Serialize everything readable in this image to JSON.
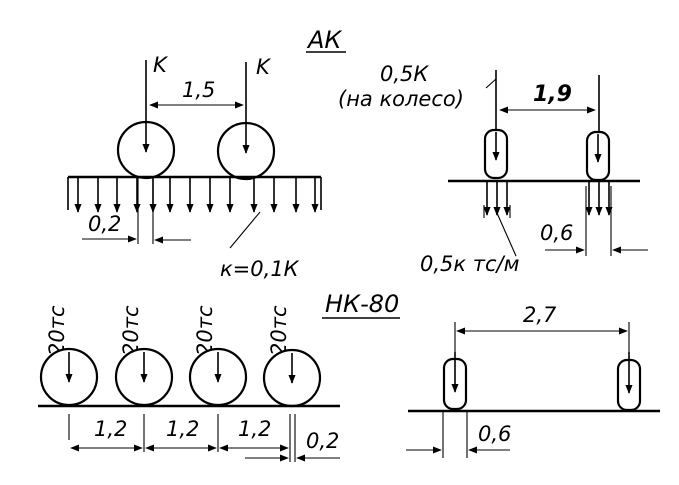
{
  "ak": {
    "title": "АК",
    "load_left": "K",
    "load_right": "K",
    "spacing": "1,5",
    "edge_offset": "0,2",
    "distributed": "к=0,1К",
    "wheel_load_line1": "0,5К",
    "wheel_load_line2": "(на колесо)",
    "track_spacing": "1,9",
    "track_edge": "0,6",
    "track_distributed": "0,5к тс/м"
  },
  "nk80": {
    "title": "НК-80",
    "loads": [
      "20тс",
      "20тс",
      "20тс",
      "20тс"
    ],
    "spacings": [
      "1,2",
      "1,2",
      "1,2"
    ],
    "edge_offset": "0,2",
    "track_spacing": "2,7",
    "track_edge": "0,6"
  }
}
